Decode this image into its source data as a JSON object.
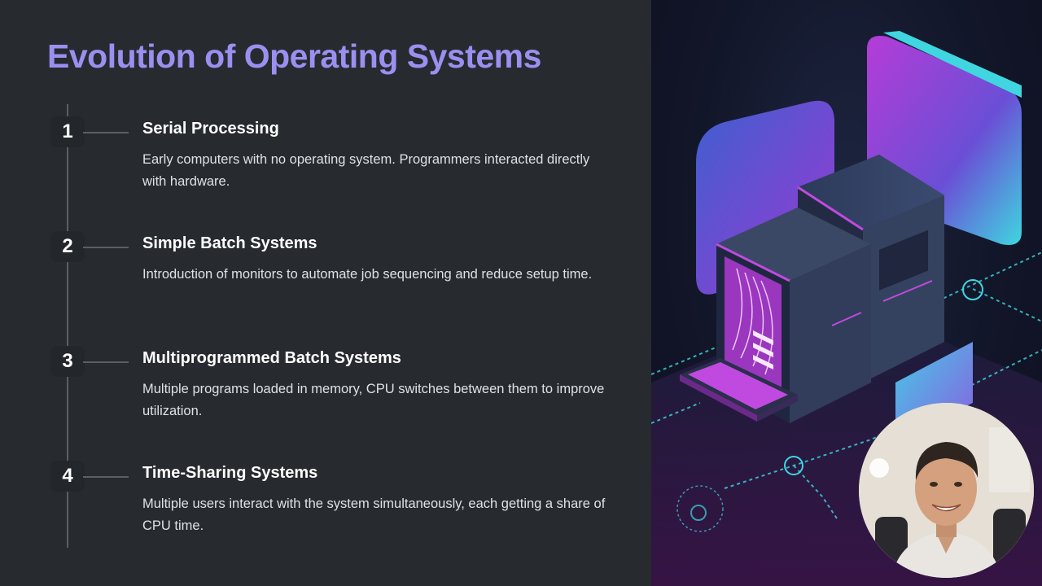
{
  "slide": {
    "title": "Evolution of Operating Systems",
    "steps": [
      {
        "number": "1",
        "title": "Serial Processing",
        "description": "Early computers with no operating system. Programmers interacted directly with hardware."
      },
      {
        "number": "2",
        "title": "Simple Batch Systems",
        "description": "Introduction of monitors to automate job sequencing and reduce setup time."
      },
      {
        "number": "3",
        "title": "Multiprogrammed Batch Systems",
        "description": "Multiple programs loaded in memory, CPU switches between them to improve utilization."
      },
      {
        "number": "4",
        "title": "Time-Sharing Systems",
        "description": "Multiple users interact with the system simultaneously, each getting a share of CPU time."
      }
    ]
  },
  "colors": {
    "title_accent": "#9b8ff0",
    "panel_background": "#272a2f",
    "illustration_magenta": "#b23ad6",
    "illustration_cyan": "#3fd6e0"
  },
  "illustration": {
    "icon": "server-computer-illustration-icon"
  },
  "presenter": {
    "icon": "presenter-webcam-icon"
  }
}
